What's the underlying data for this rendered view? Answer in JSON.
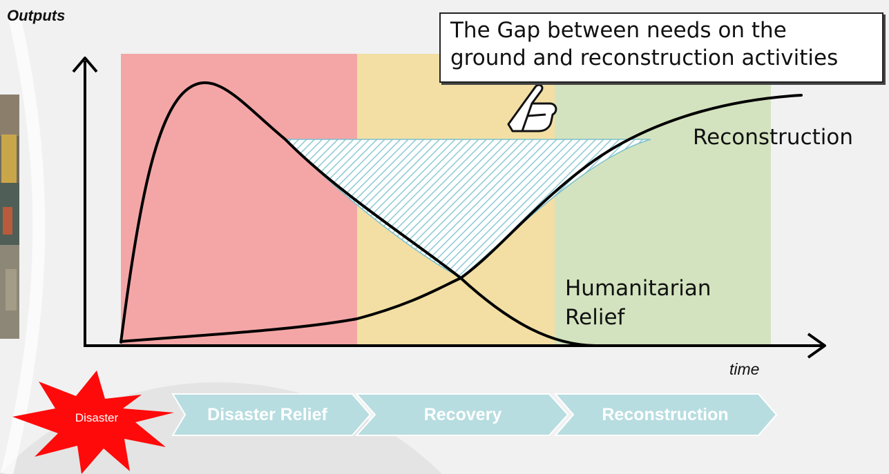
{
  "chart_data": {
    "type": "diagram",
    "y_axis_title": "Outputs",
    "x_axis_title": "time",
    "callout": "The Gap between needs on the\nground and reconstruction activities",
    "curves": [
      {
        "name": "Reconstruction"
      },
      {
        "name": "Humanitarian\nRelief"
      }
    ],
    "phases": [
      {
        "name": "Disaster Relief",
        "color": "#f4a6a6"
      },
      {
        "name": "Recovery",
        "color": "#f3dfa4"
      },
      {
        "name": "Reconstruction",
        "color": "#d3e3bf"
      }
    ],
    "event": "Disaster",
    "gap_fill_color": "#9fd5dc",
    "arrow_color": "#b7dde0"
  }
}
